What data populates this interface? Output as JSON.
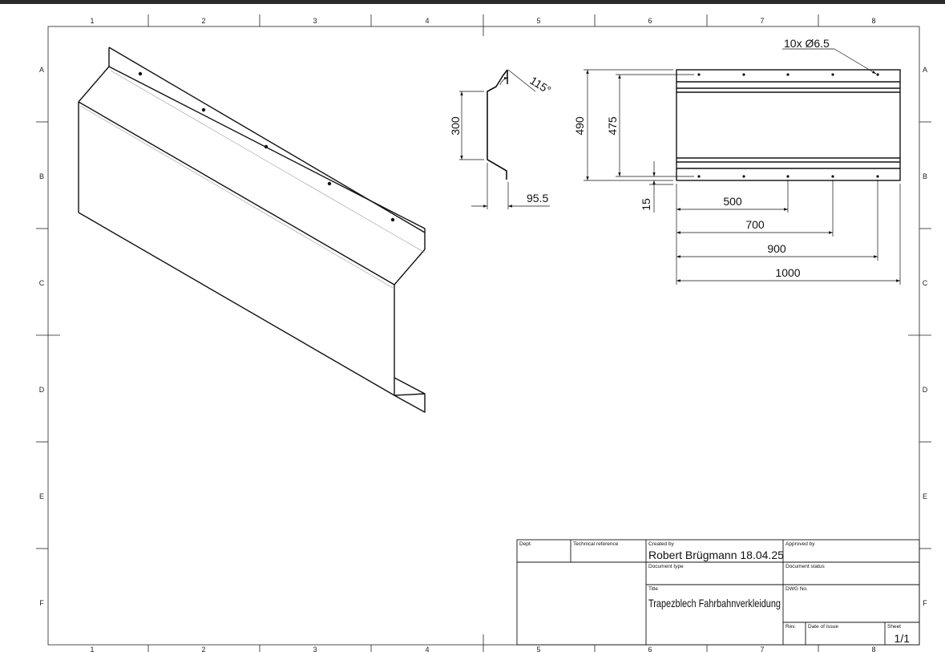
{
  "zones": {
    "columns": [
      "1",
      "2",
      "3",
      "4",
      "5",
      "6",
      "7",
      "8"
    ],
    "rows": [
      "A",
      "B",
      "C",
      "D",
      "E",
      "F"
    ]
  },
  "dimensions": {
    "hole_callout": "10x Ø6.5",
    "bend_angle": "115°",
    "profile_height": "300",
    "profile_offset": "95.5",
    "total_height": "490",
    "hole_span": "475",
    "edge_offset": "15",
    "hole_pos_1": "500",
    "hole_pos_2": "700",
    "hole_pos_3": "900",
    "total_length": "1000"
  },
  "title_block": {
    "dept_label": "Dept.",
    "tech_ref_label": "Technical reference",
    "created_by_label": "Created by",
    "created_by_value": "Robert Brügmann 18.04.25",
    "approved_by_label": "Approved by",
    "doc_type_label": "Document type",
    "doc_status_label": "Document status",
    "title_label": "Title",
    "title_value": "Trapezblech Fahrbahnverkleidung",
    "dwg_no_label": "DWG No.",
    "rev_label": "Rev.",
    "date_label": "Date of issue",
    "sheet_label": "Sheet",
    "sheet_value": "1/1"
  }
}
